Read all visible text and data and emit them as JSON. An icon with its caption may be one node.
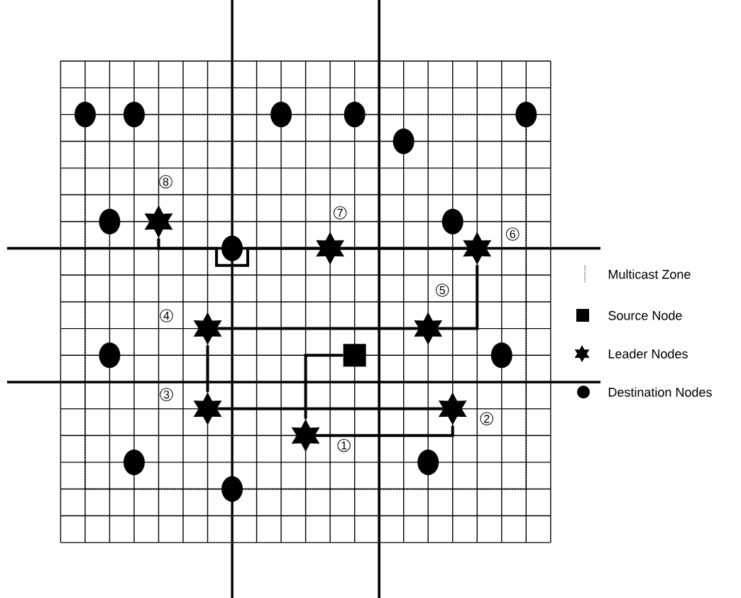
{
  "diagram": {
    "nodes": [
      {
        "text": [],
        "shape": "box"
      },
      {
        "text": [],
        "shape": "star",
        "beside": [
          "1"
        ]
      },
      {
        "text": [],
        "shape": "star",
        "beside": [
          "2"
        ]
      },
      {
        "text": [],
        "shape": "star",
        "beside": [
          "3"
        ]
      },
      {
        "text": [],
        "shape": "star",
        "beside": [
          "4"
        ]
      },
      {
        "text": [],
        "shape": "star",
        "beside": [
          "5"
        ]
      },
      {
        "text": [],
        "shape": "star",
        "beside": [
          "6"
        ]
      },
      {
        "text": [],
        "shape": "star",
        "beside": [
          "7"
        ]
      },
      {
        "text": [],
        "shape": "star",
        "beside": [
          "8"
        ]
      },
      {
        "text": [],
        "shape": "circle"
      },
      {
        "text": [],
        "shape": "circle"
      },
      {
        "text": [],
        "shape": "circle"
      },
      {
        "text": [],
        "shape": "circle"
      },
      {
        "text": [],
        "shape": "circle"
      },
      {
        "text": [],
        "shape": "circle"
      },
      {
        "text": [],
        "shape": "circle"
      },
      {
        "text": [],
        "shape": "circle"
      },
      {
        "text": [],
        "shape": "circle"
      },
      {
        "text": [],
        "shape": "circle"
      },
      {
        "text": [],
        "shape": "circle"
      },
      {
        "text": [],
        "shape": "circle"
      },
      {
        "text": [],
        "shape": "circle"
      },
      {
        "text": [],
        "shape": "circle"
      }
    ],
    "edges": [
      {
        "from": 0,
        "to": 1,
        "arrow": "none"
      },
      {
        "from": 1,
        "to": 2,
        "arrow": "none"
      },
      {
        "from": 2,
        "to": 3,
        "arrow": "none"
      },
      {
        "from": 3,
        "to": 4,
        "arrow": "none"
      },
      {
        "from": 4,
        "to": 5,
        "arrow": "none"
      },
      {
        "from": 5,
        "to": 6,
        "arrow": "none"
      },
      {
        "from": 6,
        "to": 7,
        "arrow": "none"
      },
      {
        "from": 7,
        "to": 8,
        "arrow": "none"
      }
    ],
    "legend": [
      {
        "text": "Multicast Zone"
      },
      {
        "text": "Source Node"
      },
      {
        "text": "Leader Nodes"
      },
      {
        "text": "Destination Nodes"
      }
    ]
  }
}
